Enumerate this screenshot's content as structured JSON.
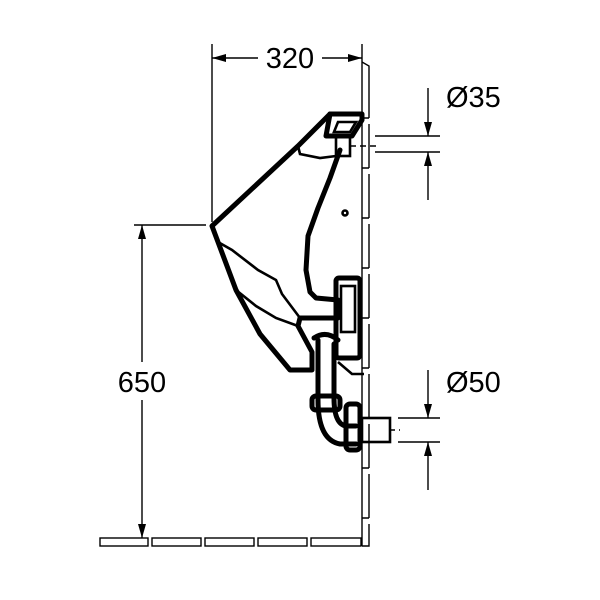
{
  "dimensions": {
    "width_label": "320",
    "height_label": "650",
    "inlet_diameter_label": "Ø35",
    "outlet_diameter_label": "Ø50"
  }
}
